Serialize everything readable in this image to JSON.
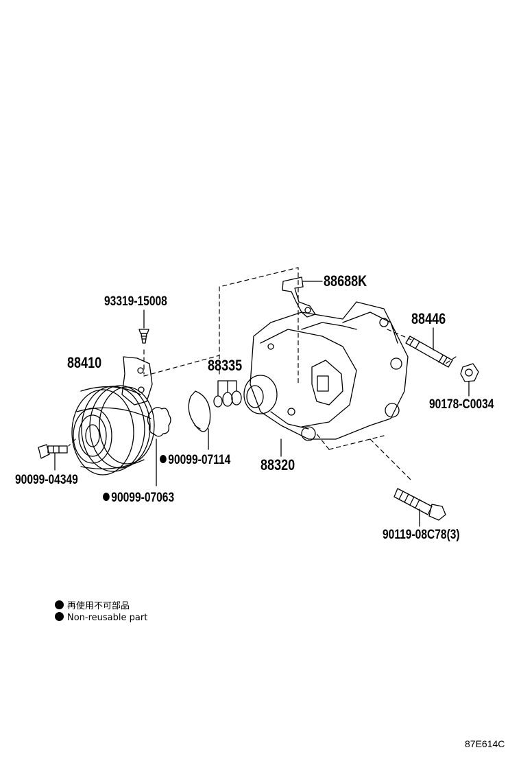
{
  "parts": {
    "p88688K": "88688K",
    "p93319": "93319-15008",
    "p88446": "88446",
    "p88410": "88410",
    "p88335": "88335",
    "p90178": "90178-C0034",
    "p90099_07114": "90099-07114",
    "p88320": "88320",
    "p90099_04349": "90099-04349",
    "p90099_07063": "90099-07063",
    "p90119": "90119-08C78(3)"
  },
  "legend": {
    "japanese": "再使用不可部品",
    "english": "Non-reusable part"
  },
  "diagram_code": "87E614C",
  "colors": {
    "ink": "#000000",
    "background": "#ffffff"
  }
}
